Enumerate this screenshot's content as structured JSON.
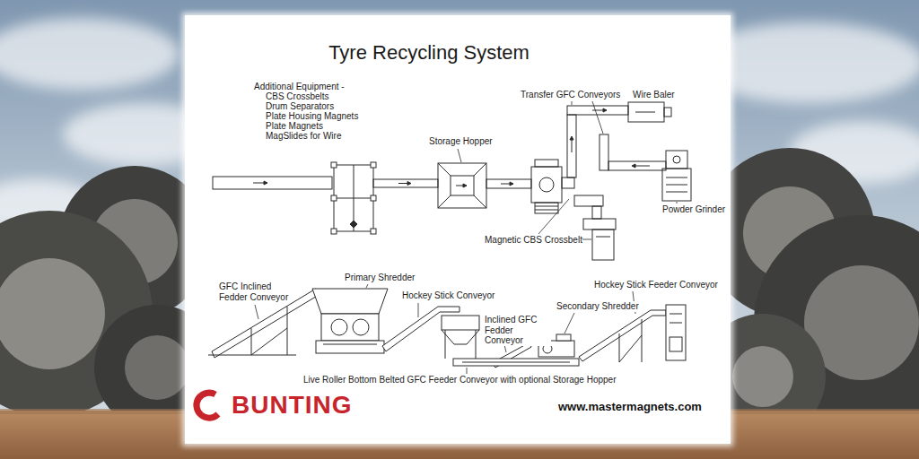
{
  "diagram": {
    "title": "Tyre Recycling System",
    "labels": [
      "Additional Equipment -",
      "CBS Crossbelts",
      "Drum Separators",
      "Plate Housing Magnets",
      "Plate Magnets",
      "MagSlides for Wire",
      "Transfer GFC Conveyors",
      "Wire Baler",
      "Storage Hopper",
      "Powder Grinder",
      "Magnetic CBS Crossbelt",
      "Primary Shredder",
      "Hockey Stick Feeder Conveyor",
      "GFC Inclined Fedder Conveyor",
      "Hockey Stick Conveyor",
      "Secondary Shredder",
      "Inclined GFC Fedder Conveyor",
      "Live Roller Bottom Belted GFC Feeder Conveyor with optional Storage Hopper",
      "BUNTING",
      "www.mastermagnets.com"
    ]
  }
}
